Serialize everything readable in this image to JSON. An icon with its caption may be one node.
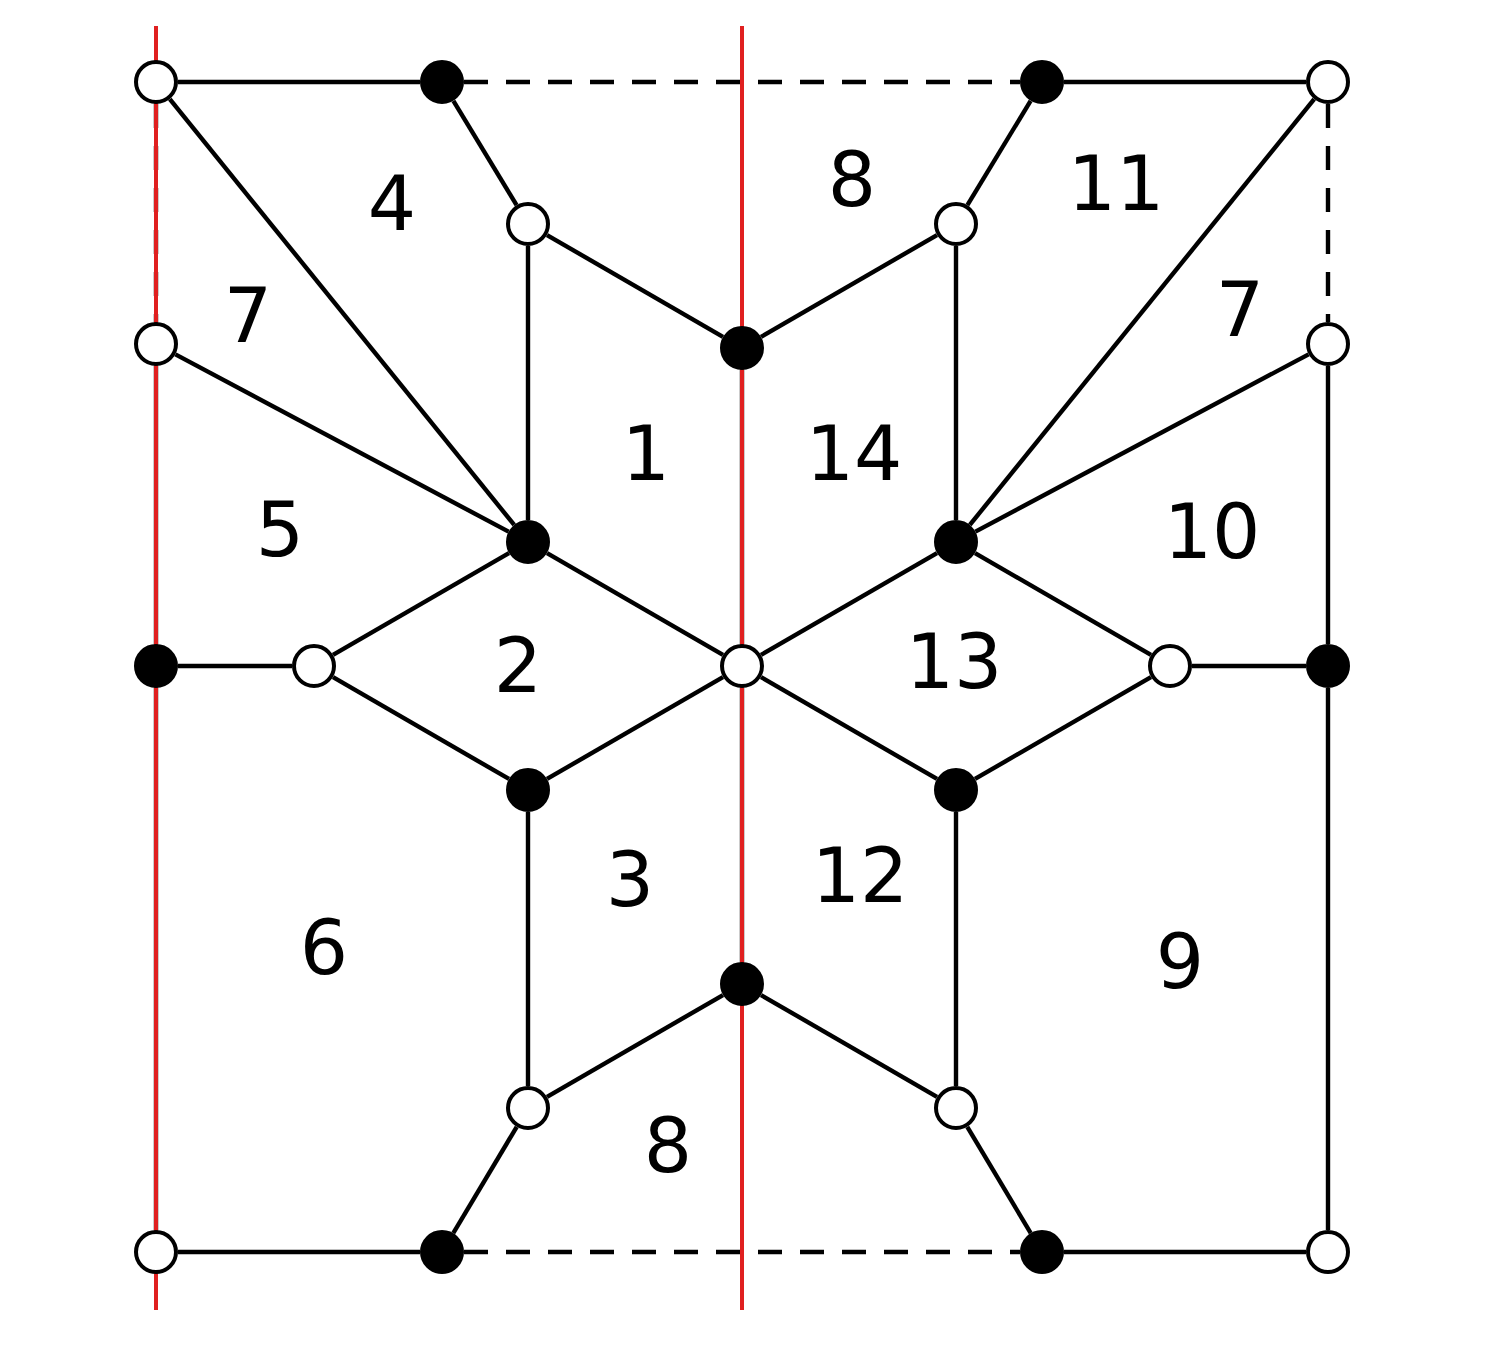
{
  "diagram": {
    "nodes": [
      {
        "text": [],
        "shape": "circle"
      },
      {
        "text": [],
        "shape": "circle"
      },
      {
        "text": [],
        "shape": "circle"
      },
      {
        "text": [],
        "shape": "circle"
      },
      {
        "text": [],
        "shape": "circle"
      },
      {
        "text": [],
        "shape": "circle"
      },
      {
        "text": [],
        "shape": "circle"
      },
      {
        "text": [],
        "shape": "circle"
      },
      {
        "text": [],
        "shape": "circle"
      },
      {
        "text": [],
        "shape": "circle"
      },
      {
        "text": [],
        "shape": "circle"
      },
      {
        "text": [],
        "shape": "circle"
      },
      {
        "text": [],
        "shape": "circle"
      },
      {
        "text": [],
        "shape": "circle"
      },
      {
        "text": [],
        "shape": "circle"
      },
      {
        "text": [],
        "shape": "circle"
      },
      {
        "text": [],
        "shape": "circle"
      },
      {
        "text": [],
        "shape": "circle"
      },
      {
        "text": [],
        "shape": "circle"
      },
      {
        "text": [],
        "shape": "circle"
      },
      {
        "text": [],
        "shape": "circle"
      },
      {
        "text": [],
        "shape": "circle"
      },
      {
        "text": [],
        "shape": "circle"
      },
      {
        "text": [],
        "shape": "circle"
      },
      {
        "text": [],
        "shape": "circle"
      }
    ],
    "edges": [
      {
        "from": 0,
        "to": 1,
        "arrow": "none"
      },
      {
        "from": 1,
        "to": 2,
        "arrow": "none",
        "style": "dashed"
      },
      {
        "from": 2,
        "to": 3,
        "arrow": "none"
      },
      {
        "from": 0,
        "to": 6,
        "arrow": "none",
        "style": "dashed"
      },
      {
        "from": 3,
        "to": 8,
        "arrow": "none",
        "style": "dashed"
      },
      {
        "from": 0,
        "to": 9,
        "arrow": "none"
      },
      {
        "from": 1,
        "to": 4,
        "arrow": "none"
      },
      {
        "from": 4,
        "to": 9,
        "arrow": "none"
      },
      {
        "from": 4,
        "to": 7,
        "arrow": "none"
      },
      {
        "from": 7,
        "to": 5,
        "arrow": "none"
      },
      {
        "from": 5,
        "to": 2,
        "arrow": "none"
      },
      {
        "from": 5,
        "to": 10,
        "arrow": "none"
      },
      {
        "from": 3,
        "to": 10,
        "arrow": "none"
      },
      {
        "from": 6,
        "to": 9,
        "arrow": "none"
      },
      {
        "from": 8,
        "to": 10,
        "arrow": "none"
      },
      {
        "from": 8,
        "to": 15,
        "arrow": "none"
      },
      {
        "from": 6,
        "to": 11,
        "arrow": "none"
      },
      {
        "from": 7,
        "to": 13,
        "arrow": "none"
      },
      {
        "from": 11,
        "to": 12,
        "arrow": "none"
      },
      {
        "from": 12,
        "to": 9,
        "arrow": "none"
      },
      {
        "from": 12,
        "to": 16,
        "arrow": "none"
      },
      {
        "from": 9,
        "to": 13,
        "arrow": "none"
      },
      {
        "from": 16,
        "to": 13,
        "arrow": "none"
      },
      {
        "from": 13,
        "to": 10,
        "arrow": "none"
      },
      {
        "from": 13,
        "to": 17,
        "arrow": "none"
      },
      {
        "from": 10,
        "to": 14,
        "arrow": "none"
      },
      {
        "from": 17,
        "to": 14,
        "arrow": "none"
      },
      {
        "from": 14,
        "to": 15,
        "arrow": "none"
      },
      {
        "from": 11,
        "to": 21,
        "arrow": "none"
      },
      {
        "from": 15,
        "to": 24,
        "arrow": "none"
      },
      {
        "from": 13,
        "to": 18,
        "arrow": "none"
      },
      {
        "from": 16,
        "to": 19,
        "arrow": "none"
      },
      {
        "from": 19,
        "to": 18,
        "arrow": "none"
      },
      {
        "from": 18,
        "to": 20,
        "arrow": "none"
      },
      {
        "from": 20,
        "to": 17,
        "arrow": "none"
      },
      {
        "from": 19,
        "to": 22,
        "arrow": "none"
      },
      {
        "from": 20,
        "to": 23,
        "arrow": "none"
      },
      {
        "from": 21,
        "to": 22,
        "arrow": "none"
      },
      {
        "from": 22,
        "to": 23,
        "arrow": "none",
        "style": "dashed"
      },
      {
        "from": 23,
        "to": 24,
        "arrow": "none"
      }
    ],
    "labels": [
      "4",
      "8",
      "11",
      "7",
      "7",
      "1",
      "14",
      "5",
      "10",
      "2",
      "13",
      "3",
      "12",
      "6",
      "9",
      "8"
    ]
  }
}
